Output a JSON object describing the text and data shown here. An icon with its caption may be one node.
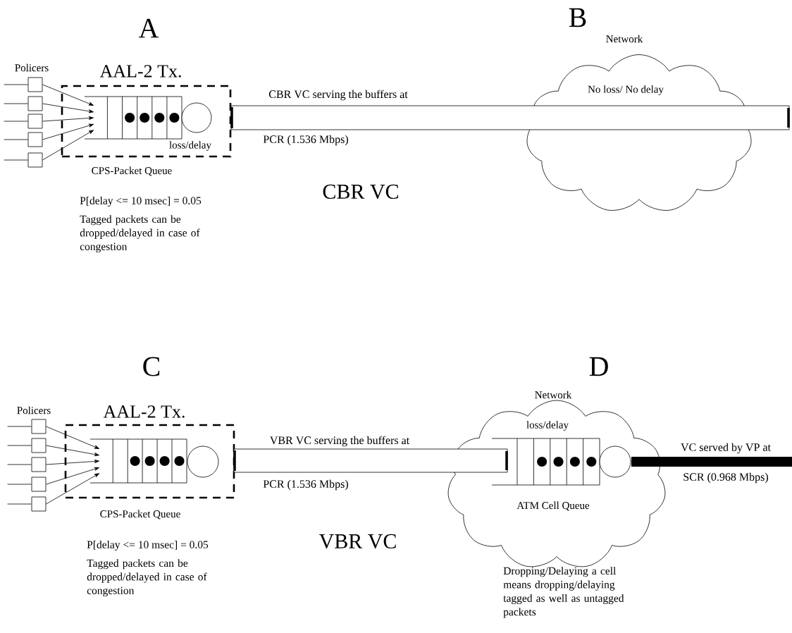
{
  "diagram": {
    "nodes": [
      {
        "text": [
          "AAL-2 Tx."
        ]
      },
      {
        "text": [],
        "shape": "box"
      },
      {
        "text": [],
        "shape": "box"
      },
      {
        "text": [],
        "shape": "box"
      },
      {
        "text": [],
        "shape": "box"
      },
      {
        "text": [],
        "shape": "box"
      },
      {
        "text": [],
        "shape": "queue",
        "in": 0,
        "beside": [
          "loss/delay",
          "CPS-Packet Queue"
        ]
      },
      {
        "text": [],
        "shape": "circle",
        "in": 0
      },
      {
        "text": [],
        "shape": "cylinder",
        "beside": [
          "CBR VC serving the buffers at",
          "PCR (1.536 Mbps)"
        ]
      },
      {
        "text": [
          "Network",
          "No loss/ No delay"
        ]
      },
      {
        "text": [
          "AAL-2 Tx."
        ]
      },
      {
        "text": [],
        "shape": "box"
      },
      {
        "text": [],
        "shape": "box"
      },
      {
        "text": [],
        "shape": "box"
      },
      {
        "text": [],
        "shape": "box"
      },
      {
        "text": [],
        "shape": "box"
      },
      {
        "text": [],
        "shape": "queue",
        "in": 10,
        "beside": [
          "CPS-Packet Queue"
        ]
      },
      {
        "text": [],
        "shape": "circle",
        "in": 10
      },
      {
        "text": [],
        "shape": "cylinder",
        "beside": [
          "VBR VC serving the buffers at",
          "PCR (1.536 Mbps)"
        ]
      },
      {
        "text": [
          "Network"
        ]
      },
      {
        "text": [],
        "shape": "queue",
        "in": 19,
        "beside": [
          "loss/delay",
          "ATM Cell Queue"
        ]
      },
      {
        "text": [],
        "shape": "circle",
        "in": 19
      },
      {
        "text": [],
        "shape": "bar",
        "beside": [
          "VC served by VP at",
          "SCR (0.968 Mbps)"
        ]
      }
    ],
    "edges": [
      {
        "from": null,
        "to": 1,
        "arrow": "none"
      },
      {
        "from": null,
        "to": 2,
        "arrow": "none"
      },
      {
        "from": null,
        "to": 3,
        "arrow": "none"
      },
      {
        "from": null,
        "to": 4,
        "arrow": "none"
      },
      {
        "from": null,
        "to": 5,
        "arrow": "none"
      },
      {
        "from": 1,
        "to": 6,
        "arrow": "to"
      },
      {
        "from": 2,
        "to": 6,
        "arrow": "to"
      },
      {
        "from": 3,
        "to": 6,
        "arrow": "to"
      },
      {
        "from": 4,
        "to": 6,
        "arrow": "to"
      },
      {
        "from": 5,
        "to": 6,
        "arrow": "to"
      },
      {
        "from": null,
        "to": 11,
        "arrow": "none"
      },
      {
        "from": null,
        "to": 12,
        "arrow": "none"
      },
      {
        "from": null,
        "to": 13,
        "arrow": "none"
      },
      {
        "from": null,
        "to": 14,
        "arrow": "none"
      },
      {
        "from": null,
        "to": 15,
        "arrow": "none"
      },
      {
        "from": 11,
        "to": 16,
        "arrow": "to"
      },
      {
        "from": 12,
        "to": 16,
        "arrow": "to"
      },
      {
        "from": 13,
        "to": 16,
        "arrow": "to"
      },
      {
        "from": 14,
        "to": 16,
        "arrow": "to"
      },
      {
        "from": 15,
        "to": 16,
        "arrow": "to"
      }
    ],
    "labels": [
      "A",
      "B",
      "Policers",
      "CBR VC",
      "P[delay <= 10 msec] = 0.05",
      "Tagged packets can be dropped/delayed in case of congestion",
      "C",
      "D",
      "Policers",
      "VBR VC",
      "P[delay <= 10 msec] = 0.05",
      "Tagged packets can be dropped/delayed in case of congestion",
      "Dropping/Delaying a cell means dropping/delaying tagged as well as untagged packets"
    ]
  }
}
